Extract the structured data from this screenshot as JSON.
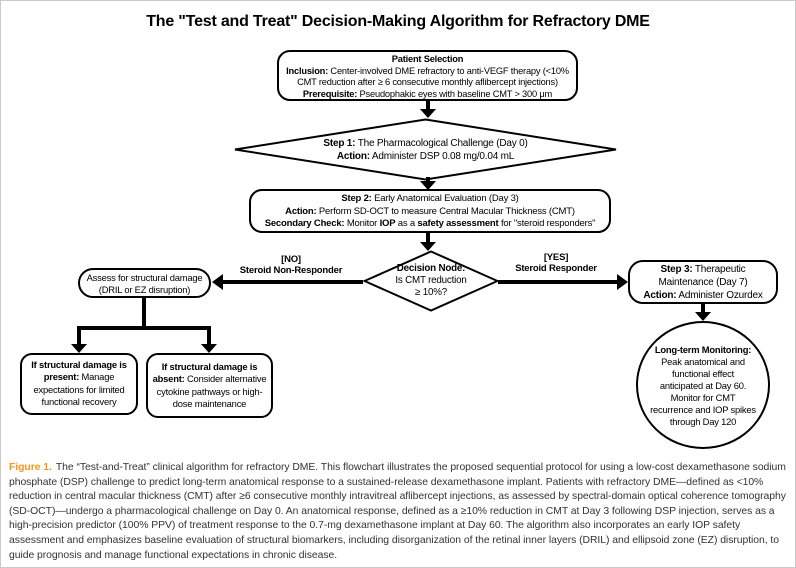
{
  "colors": {
    "ink": "#000000",
    "background": "#ffffff",
    "shape_border": "#000000",
    "figure_label_orange": "#f7941e",
    "caption_text": "#333333"
  },
  "title": "The \"Test and Treat\" Decision-Making Algorithm for Refractory DME",
  "flowchart": {
    "patient_selection": {
      "lines": [
        [
          {
            "b": 1,
            "t": "Patient Selection"
          }
        ],
        [
          {
            "b": 1,
            "t": "Inclusion:"
          },
          {
            "b": 0,
            "t": " Center-involved DME refractory to anti-VEGF therapy (<10%"
          }
        ],
        [
          {
            "b": 0,
            "t": "CMT reduction after ≥ 6 consecutive monthly aflibercept injections)"
          }
        ],
        [
          {
            "b": 1,
            "t": "Prerequisite:"
          },
          {
            "b": 0,
            "t": " Pseudophakic eyes with baseline CMT > 300 μm"
          }
        ]
      ]
    },
    "step1": {
      "lines": [
        [
          {
            "b": 1,
            "t": "Step 1:"
          },
          {
            "b": 0,
            "t": " The Pharmacological Challenge (Day 0)"
          }
        ],
        [
          {
            "b": 1,
            "t": "Action:"
          },
          {
            "b": 0,
            "t": " Administer DSP 0.08 mg/0.04 mL"
          }
        ]
      ]
    },
    "step2": {
      "lines": [
        [
          {
            "b": 1,
            "t": "Step 2:"
          },
          {
            "b": 0,
            "t": " Early Anatomical Evaluation (Day 3)"
          }
        ],
        [
          {
            "b": 1,
            "t": "Action:"
          },
          {
            "b": 0,
            "t": " Perform SD-OCT to measure Central Macular Thickness (CMT)"
          }
        ],
        [
          {
            "b": 1,
            "t": "Secondary Check:"
          },
          {
            "b": 0,
            "t": " Monitor "
          },
          {
            "b": 1,
            "t": "IOP"
          },
          {
            "b": 0,
            "t": " as a "
          },
          {
            "b": 1,
            "t": "safety assessment"
          },
          {
            "b": 0,
            "t": " for \"steroid responders\""
          }
        ]
      ]
    },
    "decision": {
      "lines": [
        [
          {
            "b": 1,
            "t": "Decision Node:"
          }
        ],
        [
          {
            "b": 0,
            "t": "Is CMT reduction"
          }
        ],
        [
          {
            "b": 0,
            "t": "≥ 10%?"
          }
        ]
      ]
    },
    "branch_no": {
      "lines": [
        [
          {
            "b": 1,
            "t": "[NO]"
          }
        ],
        [
          {
            "b": 1,
            "t": "Steroid Non-Responder"
          }
        ]
      ]
    },
    "branch_yes": {
      "lines": [
        [
          {
            "b": 1,
            "t": "[YES]"
          }
        ],
        [
          {
            "b": 1,
            "t": "Steroid Responder"
          }
        ]
      ]
    },
    "assess": {
      "lines": [
        [
          {
            "b": 0,
            "t": "Assess for structural damage"
          }
        ],
        [
          {
            "b": 0,
            "t": "(DRIL or EZ disruption)"
          }
        ]
      ]
    },
    "step3": {
      "lines": [
        [
          {
            "b": 1,
            "t": "Step 3:"
          },
          {
            "b": 0,
            "t": " Therapeutic"
          }
        ],
        [
          {
            "b": 0,
            "t": "Maintenance (Day 7)"
          }
        ],
        [
          {
            "b": 1,
            "t": "Action:"
          },
          {
            "b": 0,
            "t": " Administer Ozurdex"
          }
        ]
      ]
    },
    "outcome_present": {
      "lines": [
        [
          {
            "b": 1,
            "t": "If structural damage is"
          }
        ],
        [
          {
            "b": 1,
            "t": "present:"
          },
          {
            "b": 0,
            "t": " Manage"
          }
        ],
        [
          {
            "b": 0,
            "t": "expectations for limited"
          }
        ],
        [
          {
            "b": 0,
            "t": "functional recovery"
          }
        ]
      ]
    },
    "outcome_absent": {
      "lines": [
        [
          {
            "b": 1,
            "t": "If structural damage is"
          }
        ],
        [
          {
            "b": 1,
            "t": "absent:"
          },
          {
            "b": 0,
            "t": " Consider alternative"
          }
        ],
        [
          {
            "b": 0,
            "t": "cytokine pathways or high-"
          }
        ],
        [
          {
            "b": 0,
            "t": "dose maintenance"
          }
        ]
      ]
    },
    "monitoring": {
      "lines": [
        [
          {
            "b": 1,
            "t": "Long-term Monitoring:"
          }
        ],
        [
          {
            "b": 0,
            "t": "Peak anatomical and"
          }
        ],
        [
          {
            "b": 0,
            "t": "functional effect"
          }
        ],
        [
          {
            "b": 0,
            "t": "anticipated at Day 60."
          }
        ],
        [
          {
            "b": 0,
            "t": "Monitor for CMT"
          }
        ],
        [
          {
            "b": 0,
            "t": "recurrence and IOP spikes"
          }
        ],
        [
          {
            "b": 0,
            "t": "through Day 120"
          }
        ]
      ]
    }
  },
  "caption": {
    "label": "Figure 1.",
    "text": "The “Test-and-Treat” clinical algorithm for refractory DME. This flowchart illustrates the proposed sequential protocol for using a low-cost dexamethasone sodium phosphate (DSP) challenge to predict long-term anatomical response to a sustained-release dexamethasone implant. Patients with refractory DME—defined as <10% reduction in central macular thickness (CMT) after ≥6 consecutive monthly intravitreal aflibercept injections, as assessed by spectral-domain optical coherence tomography (SD-OCT)—undergo a pharmacological challenge on Day 0. An anatomical response, defined as a ≥10% reduction in CMT at Day 3 following DSP injection, serves as a high-precision predictor (100% PPV) of treatment response to the 0.7-mg dexamethasone implant at Day 60. The algorithm also incorporates an early IOP safety assessment and emphasizes baseline evaluation of structural biomarkers, including disorganization of the retinal inner layers (DRIL) and ellipsoid zone (EZ) disruption, to guide prognosis and manage functional expectations in chronic disease."
  }
}
